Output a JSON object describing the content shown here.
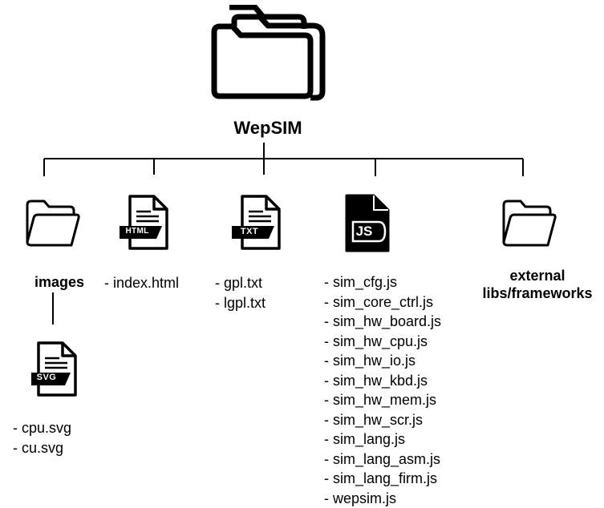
{
  "root": {
    "title": "WepSIM",
    "icon": "folder-icon"
  },
  "nodes": {
    "images": {
      "label": "images",
      "icon": "folder-icon",
      "child_icon": "svg-file-icon",
      "child_badge": "SVG",
      "files": [
        "- cpu.svg",
        "- cu.svg"
      ]
    },
    "html": {
      "icon": "html-file-icon",
      "badge": "HTML",
      "files": [
        "- index.html"
      ]
    },
    "txt": {
      "icon": "txt-file-icon",
      "badge": "TXT",
      "files": [
        "- gpl.txt",
        "- lgpl.txt"
      ]
    },
    "js": {
      "icon": "js-file-icon",
      "badge": "JS",
      "files": [
        "- sim_cfg.js",
        "- sim_core_ctrl.js",
        "- sim_hw_board.js",
        "- sim_hw_cpu.js",
        "- sim_hw_io.js",
        "- sim_hw_kbd.js",
        "- sim_hw_mem.js",
        "- sim_hw_scr.js",
        "- sim_lang.js",
        "- sim_lang_asm.js",
        "- sim_lang_firm.js",
        "- wepsim.js"
      ]
    },
    "external": {
      "label_line1": "external",
      "label_line2": "libs/frameworks",
      "icon": "folder-icon"
    }
  },
  "colors": {
    "stroke": "#000000",
    "background": "#ffffff"
  }
}
